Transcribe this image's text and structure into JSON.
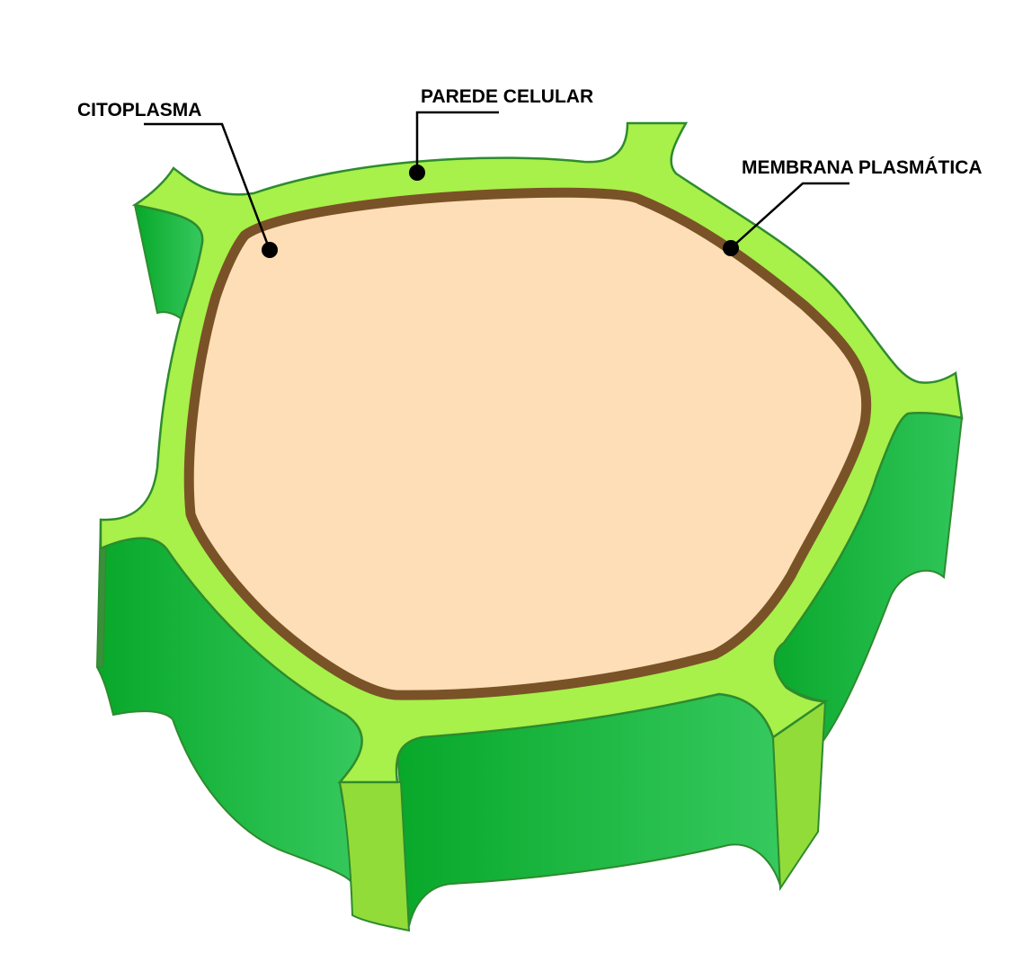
{
  "diagram": {
    "labels": {
      "cytoplasm": "CITOPLASMA",
      "cell_wall": "PAREDE CELULAR",
      "plasma_membrane": "MEMBRANA PLASMÁTICA"
    }
  },
  "colors": {
    "wall_light": "#a8f04a",
    "wall_side_light": "#92dc3a",
    "wall_side_dark": "#08a82a",
    "wall_side_mid": "#34c85a",
    "wall_outline": "#2e8b2e",
    "cytoplasm": "#fddeb6",
    "membrane": "#7a5228",
    "label": "#000000"
  }
}
